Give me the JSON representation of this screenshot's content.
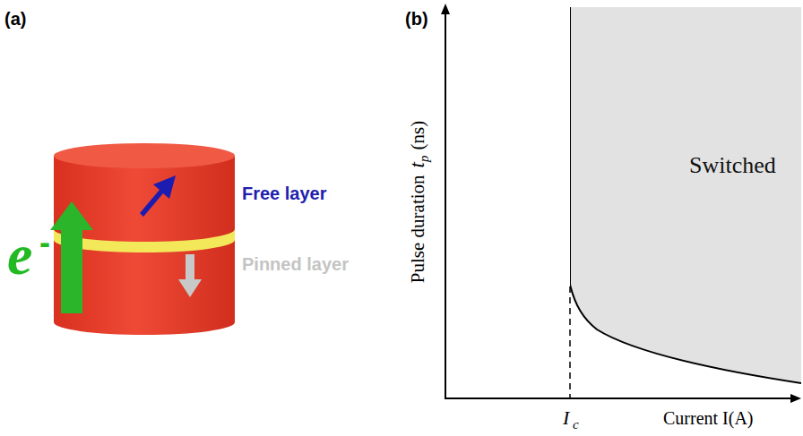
{
  "diagram": {
    "nodes": [
      {
        "text": [
          "Switched"
        ]
      }
    ],
    "labels": [
      "(a)",
      "(b)",
      "Free layer",
      "Pinned layer",
      "e",
      "-",
      "Pulse duration",
      "t",
      "p",
      "(ns)",
      "I",
      "c",
      "Current I(A)"
    ]
  }
}
